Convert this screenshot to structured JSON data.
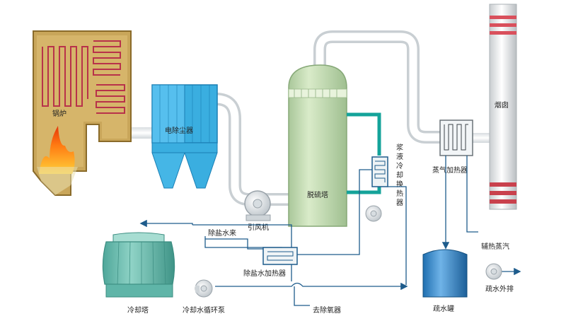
{
  "labels": {
    "boiler": "锅炉",
    "esp": "电除尘器",
    "id_fan": "引风机",
    "desulfurization_tower": "脱硫塔",
    "slurry_cooler_chars": [
      "浆",
      "液",
      "冷",
      "却",
      "换",
      "热",
      "器"
    ],
    "steam_heater": "蒸气加热器",
    "chimney": "烟囱",
    "aux_steam": "辅热蒸汽",
    "demin_water_in": "除盐水来",
    "demin_water_heater": "除盐水加热器",
    "cooling_tower": "冷却塔",
    "cooling_pump": "冷却水循环泵",
    "to_deaerator": "去除氧器",
    "drain_tank": "疏水罐",
    "drain_out": "疏水外排"
  }
}
